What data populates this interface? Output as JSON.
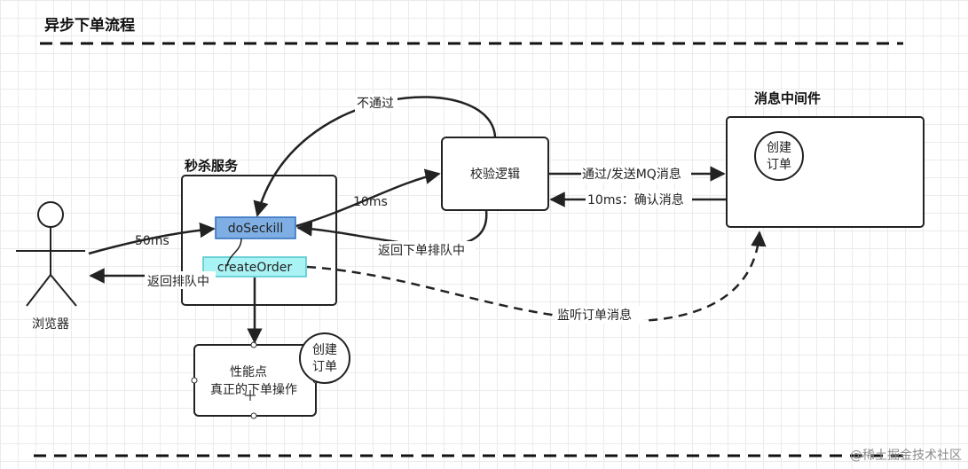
{
  "title": "异步下单流程",
  "actor": {
    "label": "浏览器"
  },
  "seckill_service": {
    "label": "秒杀服务",
    "do_seckill": "doSeckill",
    "create_order": "createOrder"
  },
  "validation": {
    "label": "校验逻辑"
  },
  "middleware": {
    "label": "消息中间件",
    "circle_line1": "创建",
    "circle_line2": "订单"
  },
  "perf": {
    "line1": "性能点",
    "line2": "真正的下单操作",
    "circle_line1": "创建",
    "circle_line2": "订单"
  },
  "edges": {
    "browser_to_seckill": "50ms",
    "seckill_to_browser": "返回排队中",
    "seckill_to_validation": "10ms",
    "validation_fail": "不通过",
    "validation_return": "返回下单排队中",
    "validation_to_mq": "通过/发送MQ消息",
    "mq_to_validation": "10ms：确认消息",
    "listen": "监听订单消息"
  },
  "watermark": "@稀土掘金技术社区",
  "colors": {
    "do_seckill_fill": "#7eaee3",
    "do_seckill_stroke": "#2f6fbf",
    "create_order_fill": "#aaf3f5",
    "create_order_stroke": "#4fc5cb"
  }
}
